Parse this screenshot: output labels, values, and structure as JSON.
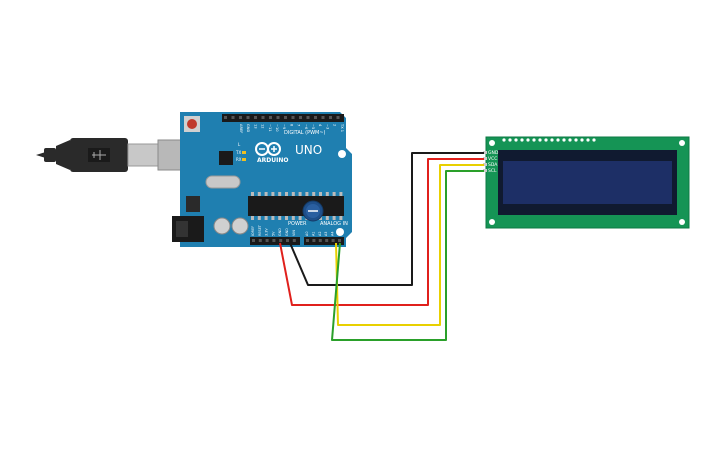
{
  "arduino": {
    "brand": "ARDUINO",
    "model": "UNO",
    "digital_label": "DIGITAL (PWM~)",
    "power_label": "POWER",
    "analog_label": "ANALOG IN",
    "aref_label": "AREF",
    "gnd_label": "GND",
    "tx_label": "TX",
    "rx_label": "RX",
    "l_label": "L",
    "digital_pins": [
      "13",
      "12",
      "~11",
      "~10",
      "~9",
      "8",
      "7",
      "~6",
      "~5",
      "4",
      "~3",
      "2",
      "TX 1",
      "RX 0"
    ],
    "power_pins": [
      "IOREF",
      "RESET",
      "3.3V",
      "5V",
      "GND",
      "GND",
      "VIN"
    ],
    "analog_pins": [
      "A0",
      "A1",
      "A2",
      "A3",
      "A4",
      "A5"
    ]
  },
  "lcd": {
    "pin_labels": [
      "GND",
      "VCC",
      "SDA",
      "SCL"
    ]
  },
  "colors": {
    "board": "#1f7fb0",
    "lcd_pcb": "#159455",
    "lcd_screen": "#1d2f66",
    "wire_gnd": "#1a1a1a",
    "wire_vcc": "#e0201c",
    "wire_sda": "#e8d000",
    "wire_scl": "#2aa02a"
  },
  "icons": [
    "usb-cable-icon",
    "arduino-logo-icon",
    "potentiometer-icon"
  ]
}
